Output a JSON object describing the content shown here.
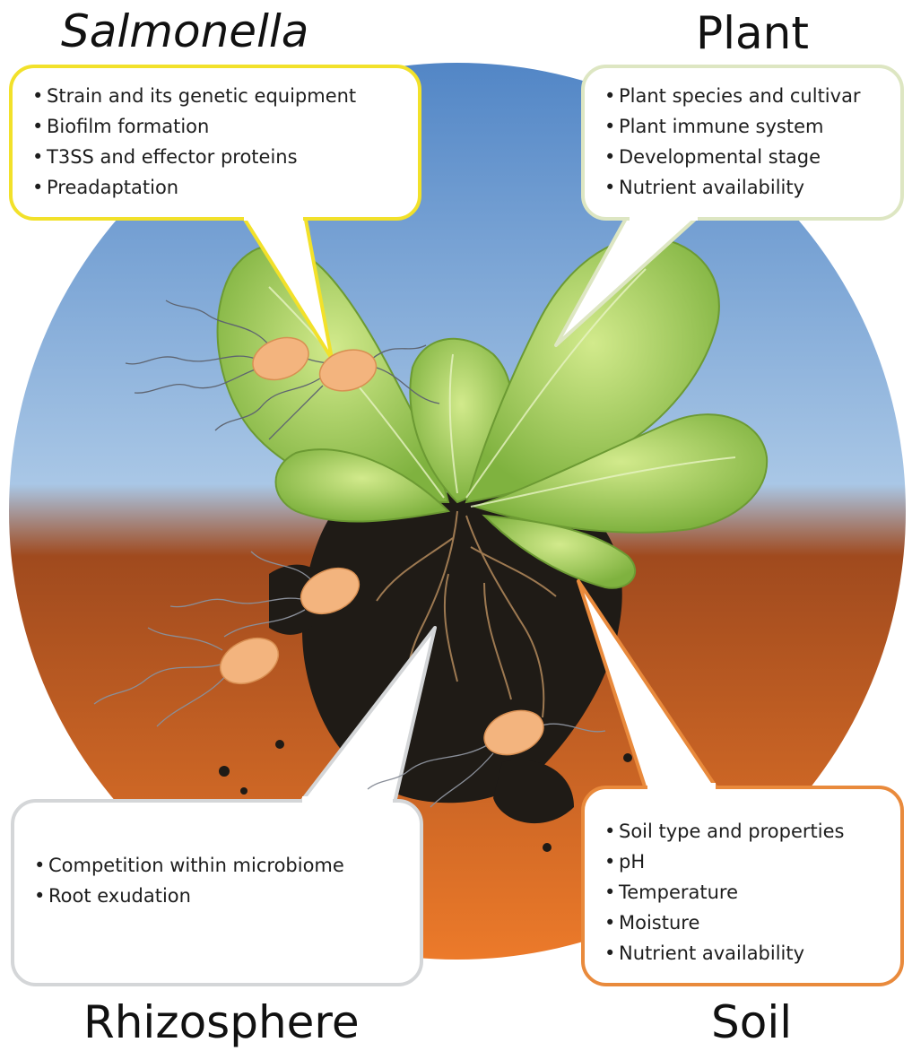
{
  "salmonella": {
    "title": "Salmonella",
    "items": [
      "Strain and its genetic equipment",
      "Biofilm formation",
      "T3SS and effector proteins",
      "Preadaptation"
    ],
    "border_color": "#f2e12a"
  },
  "plant": {
    "title": "Plant",
    "items": [
      "Plant species and cultivar",
      "Plant immune system",
      "Developmental stage",
      "Nutrient availability"
    ],
    "border_color": "#dde6c2"
  },
  "rhizosphere": {
    "title": "Rhizosphere",
    "items": [
      "Competition within microbiome",
      "Root exudation"
    ],
    "border_color": "#d4d6d8"
  },
  "soil": {
    "title": "Soil",
    "items": [
      "Soil type and properties",
      "pH",
      "Temperature",
      "Moisture",
      "Nutrient availability"
    ],
    "border_color": "#e98a3c"
  },
  "colors": {
    "sky_top": "#5286c6",
    "sky_bottom": "#a9c7e6",
    "soil_top": "#a04a1e",
    "soil_bottom": "#ec7a2a",
    "bacterium": "#f3b47e",
    "leaf": "#9cc958",
    "dirt": "#1f1b16"
  }
}
